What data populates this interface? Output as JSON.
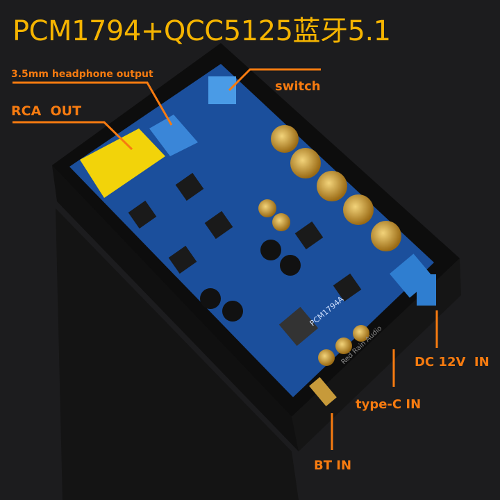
{
  "title": "PCM1794+QCC5125蓝牙5.1",
  "labels": {
    "headphone": "3.5mm headphone output",
    "switch": "switch",
    "rca": "RCA  OUT",
    "dc": "DC 12V  IN",
    "typec": "type-C IN",
    "bt": "BT IN"
  },
  "board_text": {
    "chip": "PCM1794A",
    "brand": "Red Rain Audio"
  },
  "colors": {
    "title": "#f5b400",
    "callout": "#f77b10",
    "pcb": "#1b4f9c",
    "background": "#1c1c1e"
  }
}
